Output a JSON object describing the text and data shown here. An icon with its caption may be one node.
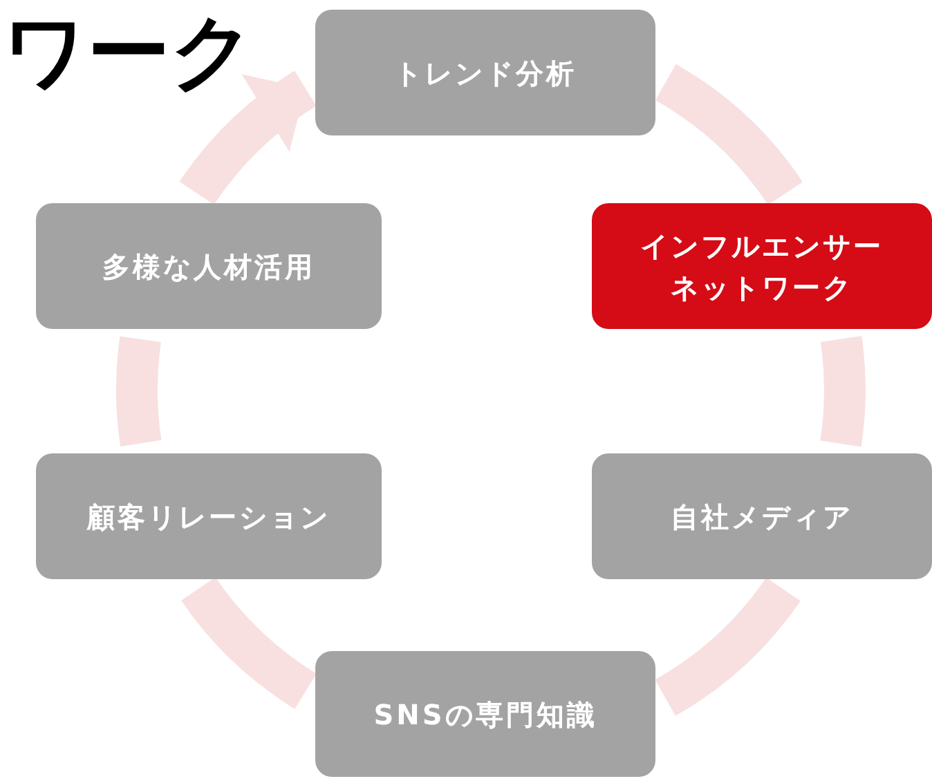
{
  "diagram": {
    "title": "ワーク",
    "nodes": [
      {
        "text": [
          "トレンド分析"
        ]
      },
      {
        "text": [
          "多様な人材活用"
        ]
      },
      {
        "text": [
          "インフルエンサーネットワーク"
        ]
      },
      {
        "text": [
          "顧客リレーション"
        ]
      },
      {
        "text": [
          "自社メディア"
        ]
      },
      {
        "text": [
          "SNSの専門知識"
        ]
      }
    ],
    "edges": [
      {
        "from": 0,
        "to": 2,
        "arrow": "none"
      },
      {
        "from": 2,
        "to": 4,
        "arrow": "none"
      },
      {
        "from": 4,
        "to": 5,
        "arrow": "none"
      },
      {
        "from": 5,
        "to": 3,
        "arrow": "none"
      },
      {
        "from": 3,
        "to": 1,
        "arrow": "none"
      },
      {
        "from": 1,
        "to": 0,
        "arrow": "to"
      }
    ]
  }
}
